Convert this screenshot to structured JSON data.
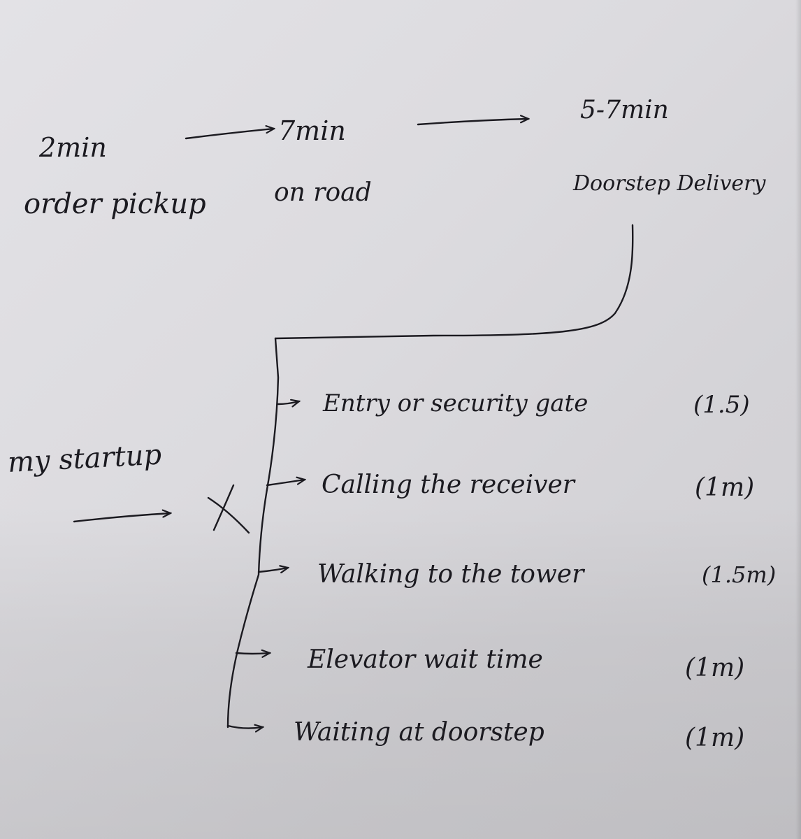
{
  "timeline": {
    "pickup": {
      "time": "2min",
      "label": "order pickup"
    },
    "road": {
      "time": "7min",
      "label": "on road"
    },
    "doorstep": {
      "time": "5-7min",
      "label": "Doorstep Delivery"
    }
  },
  "startup_label": "my startup",
  "steps": [
    {
      "label": "Entry or security gate",
      "time": "(1.5)"
    },
    {
      "label": "Calling the receiver",
      "time": "(1m)"
    },
    {
      "label": "Walking to the tower",
      "time": "(1.5m)"
    },
    {
      "label": "Elevator wait time",
      "time": "(1m)"
    },
    {
      "label": "Waiting at doorstep",
      "time": "(1m)"
    }
  ],
  "ink_color": "#1b1a20"
}
